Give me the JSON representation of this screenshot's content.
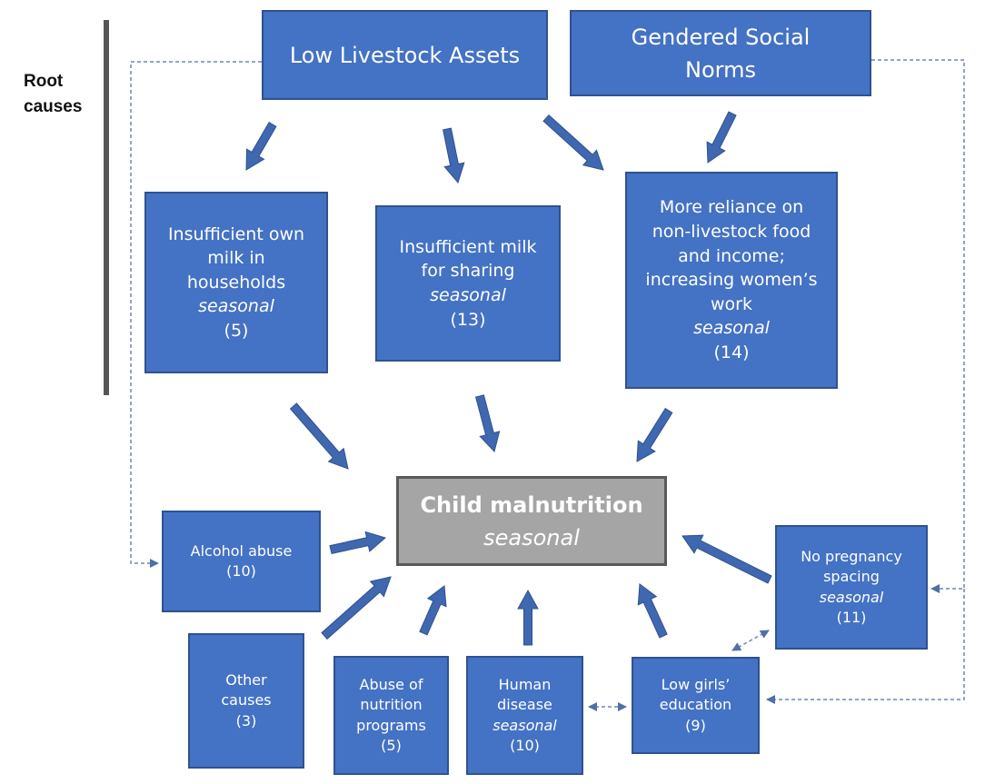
{
  "side_label": "Root\ncauses",
  "colors": {
    "node_fill": "#4472c4",
    "node_border": "#2f528f",
    "center_fill": "#a5a5a5",
    "text": "#ffffff"
  },
  "nodes": {
    "low_livestock": {
      "text": "Low Livestock Assets"
    },
    "gendered_norms": {
      "text": "Gendered Social Norms"
    },
    "own_milk": {
      "text": "Insufficient own milk in households",
      "tag": "seasonal",
      "count": "(5)"
    },
    "sharing_milk": {
      "text": "Insufficient milk for sharing",
      "tag": "seasonal",
      "count": "(13)"
    },
    "reliance": {
      "text": "More reliance on non-livestock food and income; increasing women’s work",
      "tag": "seasonal",
      "count": "(14)"
    },
    "child_malnutrition": {
      "text": "Child malnutrition",
      "tag": "seasonal"
    },
    "alcohol": {
      "text": "Alcohol abuse",
      "count": "(10)"
    },
    "other": {
      "text": "Other causes",
      "count": "(3)"
    },
    "nutrition_programs": {
      "text": "Abuse of nutrition programs",
      "count": "(5)"
    },
    "disease": {
      "text": "Human disease",
      "tag": "seasonal",
      "count": "(10)"
    },
    "girls_education": {
      "text": "Low girls’ education",
      "count": "(9)"
    },
    "pregnancy": {
      "text": "No pregnancy spacing",
      "tag": "seasonal",
      "count": "(11)"
    }
  }
}
